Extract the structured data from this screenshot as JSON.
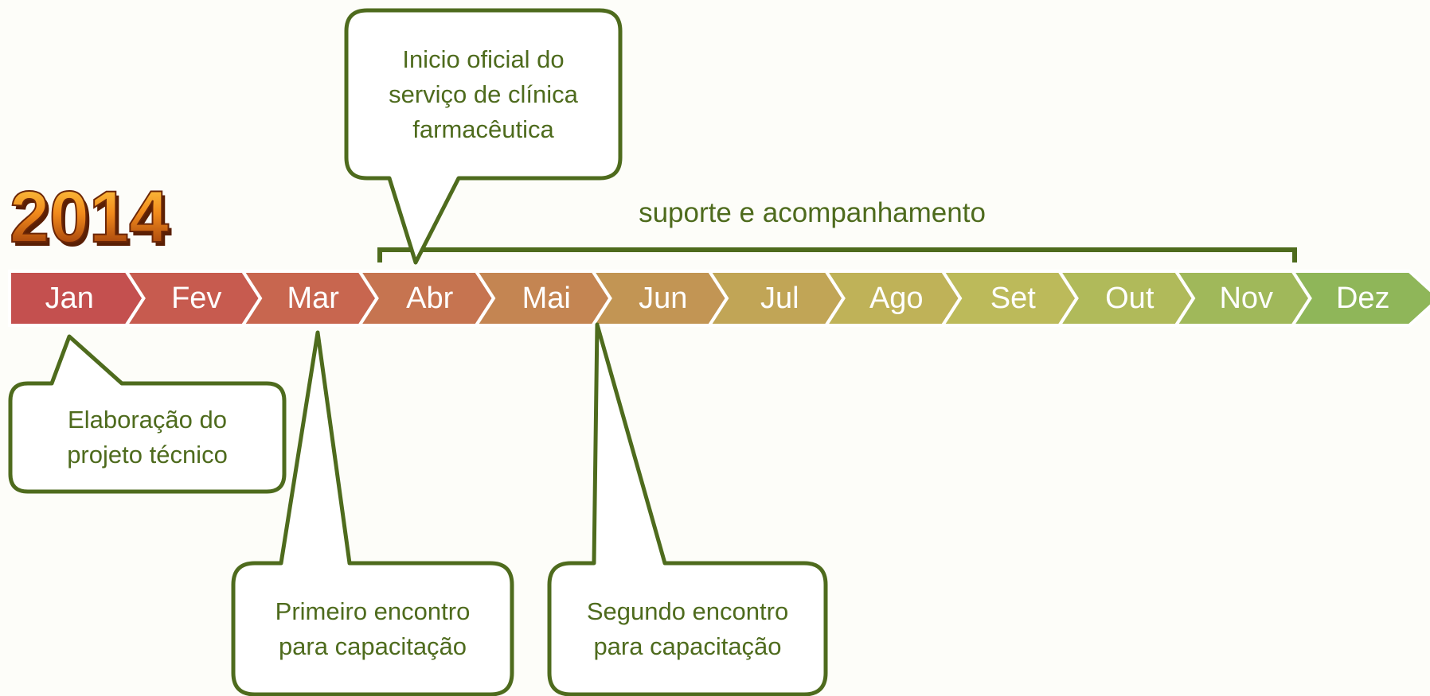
{
  "year_logo": "2014",
  "months": [
    {
      "label": "Jan",
      "color": "#c4504f"
    },
    {
      "label": "Fev",
      "color": "#c75b4f"
    },
    {
      "label": "Mar",
      "color": "#c8664f"
    },
    {
      "label": "Abr",
      "color": "#c67450"
    },
    {
      "label": "Mai",
      "color": "#c48552"
    },
    {
      "label": "Jun",
      "color": "#c29554"
    },
    {
      "label": "Jul",
      "color": "#c1a556"
    },
    {
      "label": "Ago",
      "color": "#bfb258"
    },
    {
      "label": "Set",
      "color": "#bcba5a"
    },
    {
      "label": "Out",
      "color": "#b0ba5a"
    },
    {
      "label": "Nov",
      "color": "#a0b85a"
    },
    {
      "label": "Dez",
      "color": "#8fb659"
    }
  ],
  "bracket": {
    "label": "suporte e acompanhamento",
    "start_month": "Abr",
    "end_month": "Nov"
  },
  "callouts": [
    {
      "id": "elaboracao",
      "month": "Jan",
      "text": "Elaboração do\nprojeto técnico"
    },
    {
      "id": "inicio-oficial",
      "month": "Abr",
      "text": "Inicio oficial do\nserviço de clínica\nfarmacêutica"
    },
    {
      "id": "primeiro-encontro",
      "month": "Mar",
      "text": "Primeiro encontro\npara capacitação"
    },
    {
      "id": "segundo-encontro",
      "month": "Mai",
      "text": "Segundo encontro\npara capacitação"
    }
  ],
  "colors": {
    "callout_border": "#4e6b1d",
    "callout_fill": "#ffffff",
    "text_green": "#4e6b1d",
    "chevron_text": "#ffffff"
  }
}
